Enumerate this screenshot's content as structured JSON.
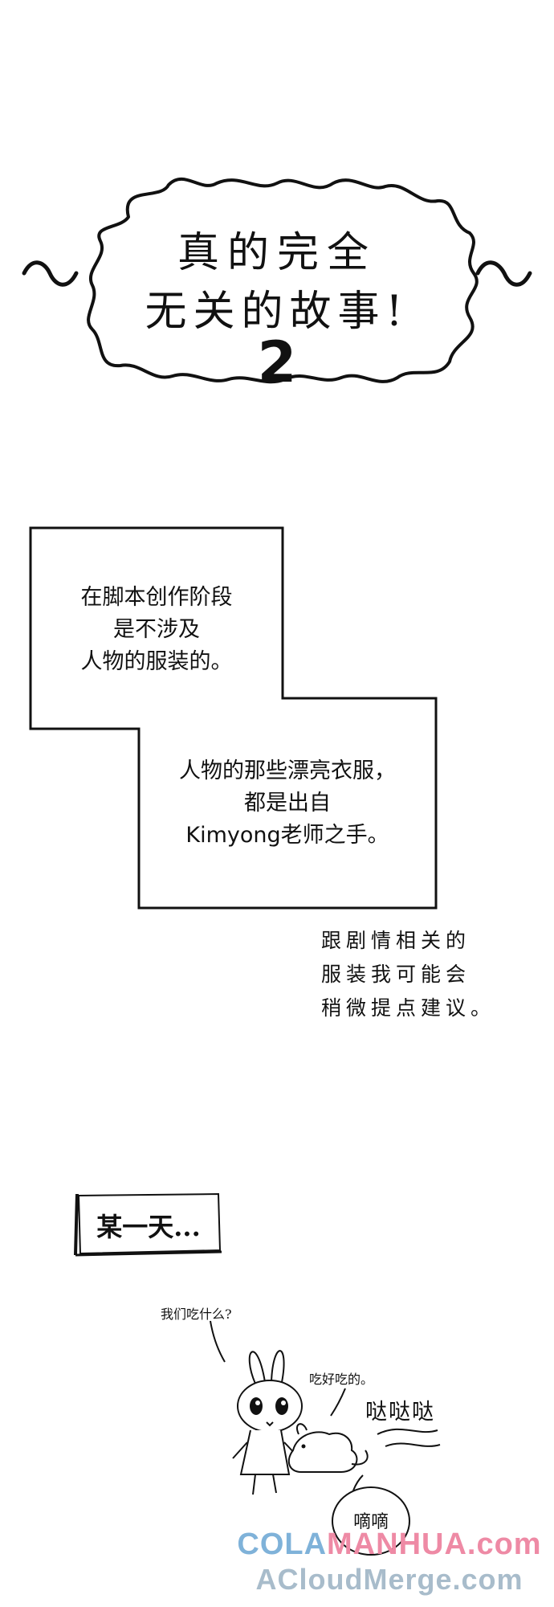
{
  "title_burst": {
    "line1": "真的完全",
    "line2": "无关的故事!",
    "number": "2",
    "tilde_left": "~",
    "tilde_right": "~"
  },
  "caption_box": {
    "text1_line1": "在脚本创作阶段",
    "text1_line2": "是不涉及",
    "text1_line3": "人物的服装的。",
    "text2_line1": "人物的那些漂亮衣服，",
    "text2_line2": "都是出自",
    "text2_line3": "Kimyong老师之手。"
  },
  "side_note": {
    "line1": "跟剧情相关的",
    "line2": "服装我可能会",
    "line3": "稍微提点建议。"
  },
  "day_label": "某一天...",
  "comic": {
    "speech_rabbit": "我们吃什么?",
    "speech_mouse": "吃好吃的。",
    "sfx_steps": "哒哒哒",
    "sfx_bubble": "嘀嘀"
  },
  "watermark": {
    "line1_part1": "COLA",
    "line1_part2": "MANHUA",
    "line1_part3": ".com",
    "line2": "ACloudMerge.com"
  },
  "colors": {
    "ink": "#111111",
    "wm_blue": "#7fb2d9",
    "wm_pink": "#ee8aa5",
    "wm_grey": "#a8bccb"
  }
}
